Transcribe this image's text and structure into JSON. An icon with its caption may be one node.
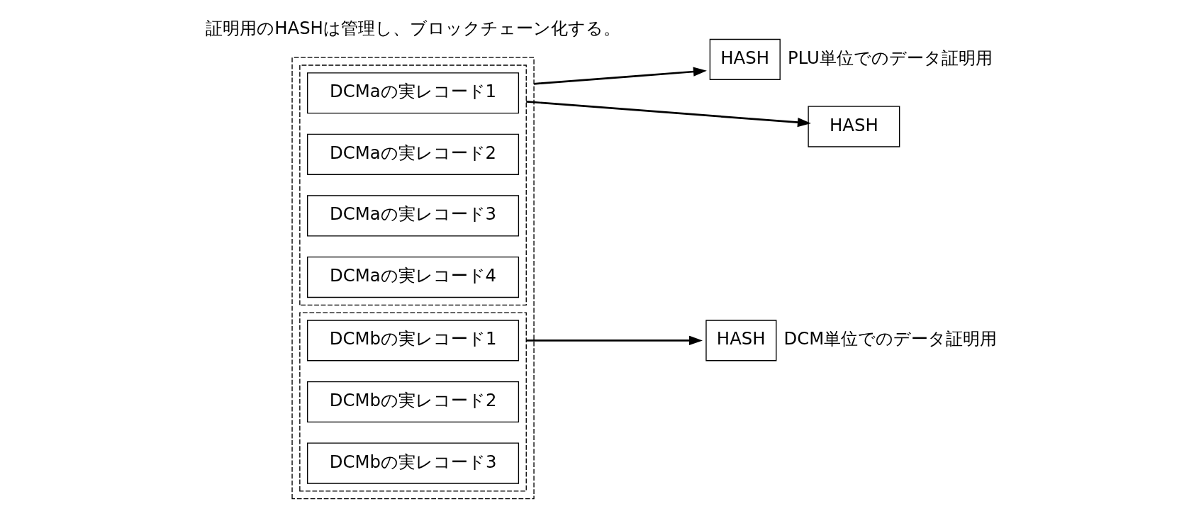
{
  "diagram": {
    "nodes": [
      {
        "text": [],
        "shape": "box"
      },
      {
        "text": [],
        "shape": "box",
        "in": 0
      },
      {
        "text": [
          "DCMaの実レコード1"
        ],
        "in": 1
      },
      {
        "text": [
          "DCMaの実レコード2"
        ],
        "in": 1
      },
      {
        "text": [
          "DCMaの実レコード3"
        ],
        "in": 1
      },
      {
        "text": [
          "DCMaの実レコード4"
        ],
        "in": 1
      },
      {
        "text": [],
        "shape": "box",
        "in": 0
      },
      {
        "text": [
          "DCMbの実レコード1"
        ],
        "in": 6
      },
      {
        "text": [
          "DCMbの実レコード2"
        ],
        "in": 6
      },
      {
        "text": [
          "DCMbの実レコード3"
        ],
        "in": 6
      },
      {
        "text": [
          "HASH"
        ],
        "beside": [
          "PLU単位でのデータ証明用"
        ]
      },
      {
        "text": [
          "HASH"
        ]
      },
      {
        "text": [
          "HASH"
        ],
        "beside": [
          "DCM単位でのデータ証明用"
        ]
      }
    ],
    "edges": [
      {
        "from": 0,
        "to": 10,
        "arrow": "to"
      },
      {
        "from": 1,
        "to": 11,
        "arrow": "to"
      },
      {
        "from": 6,
        "to": 12,
        "arrow": "to"
      }
    ],
    "labels": [
      "証明用のHASHは管理し、ブロックチェーン化する。"
    ]
  }
}
